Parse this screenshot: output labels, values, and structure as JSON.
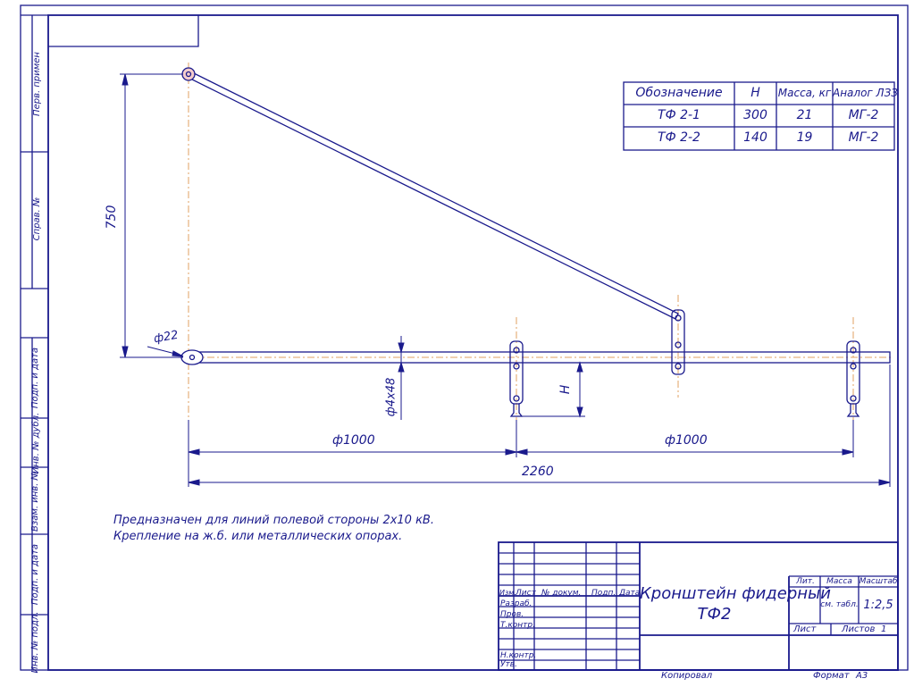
{
  "side_stamps": {
    "perv_primen": "Перв. примен",
    "sprav": "Справ. №",
    "podp_data_1": "Подп. и дата",
    "inv_dubl": "Инв. № дубл.",
    "vzam_inv": "Взам. инв. №",
    "podp_data_2": "Подп. и дата",
    "inv_podl": "Инв. № подл."
  },
  "variants_table": {
    "headers": [
      "Обозначение",
      "H",
      "Масса, кг",
      "Аналог ЛЗЗ"
    ],
    "rows": [
      [
        "ТФ 2-1",
        "300",
        "21",
        "МГ-2"
      ],
      [
        "ТФ 2-2",
        "140",
        "19",
        "МГ-2"
      ]
    ]
  },
  "dimensions": {
    "height": "750",
    "hole_dia": "ф22",
    "bar": "ф4х48",
    "h": "H",
    "span_left": "ф1000",
    "span_right": "ф1000",
    "total": "2260"
  },
  "notes": [
    "Предназначен для линий полевой стороны 2х10 кВ.",
    "Крепление на ж.б. или металлических опорах."
  ],
  "title_block": {
    "name_line1": "Кронштейн фидерный",
    "name_line2": "ТФ2",
    "col_izm": "Изм.",
    "col_list": "Лист",
    "col_docum": "№ докум.",
    "col_podp": "Подп.",
    "col_data": "Дата",
    "razrab": "Разраб.",
    "prov": "Пров.",
    "tkontr": "Т.контр.",
    "nkontr": "Н.контр.",
    "utv": "Утв.",
    "lit": "Лит.",
    "massa": "Масса",
    "masshtab": "Масштаб",
    "massa_value": "см. табл.",
    "masshtab_value": "1:2,5",
    "list": "Лист",
    "listov": "Листов",
    "listov_value": "1"
  },
  "footer": {
    "kopiroval": "Копировал",
    "format": "Формат",
    "format_value": "А3"
  }
}
